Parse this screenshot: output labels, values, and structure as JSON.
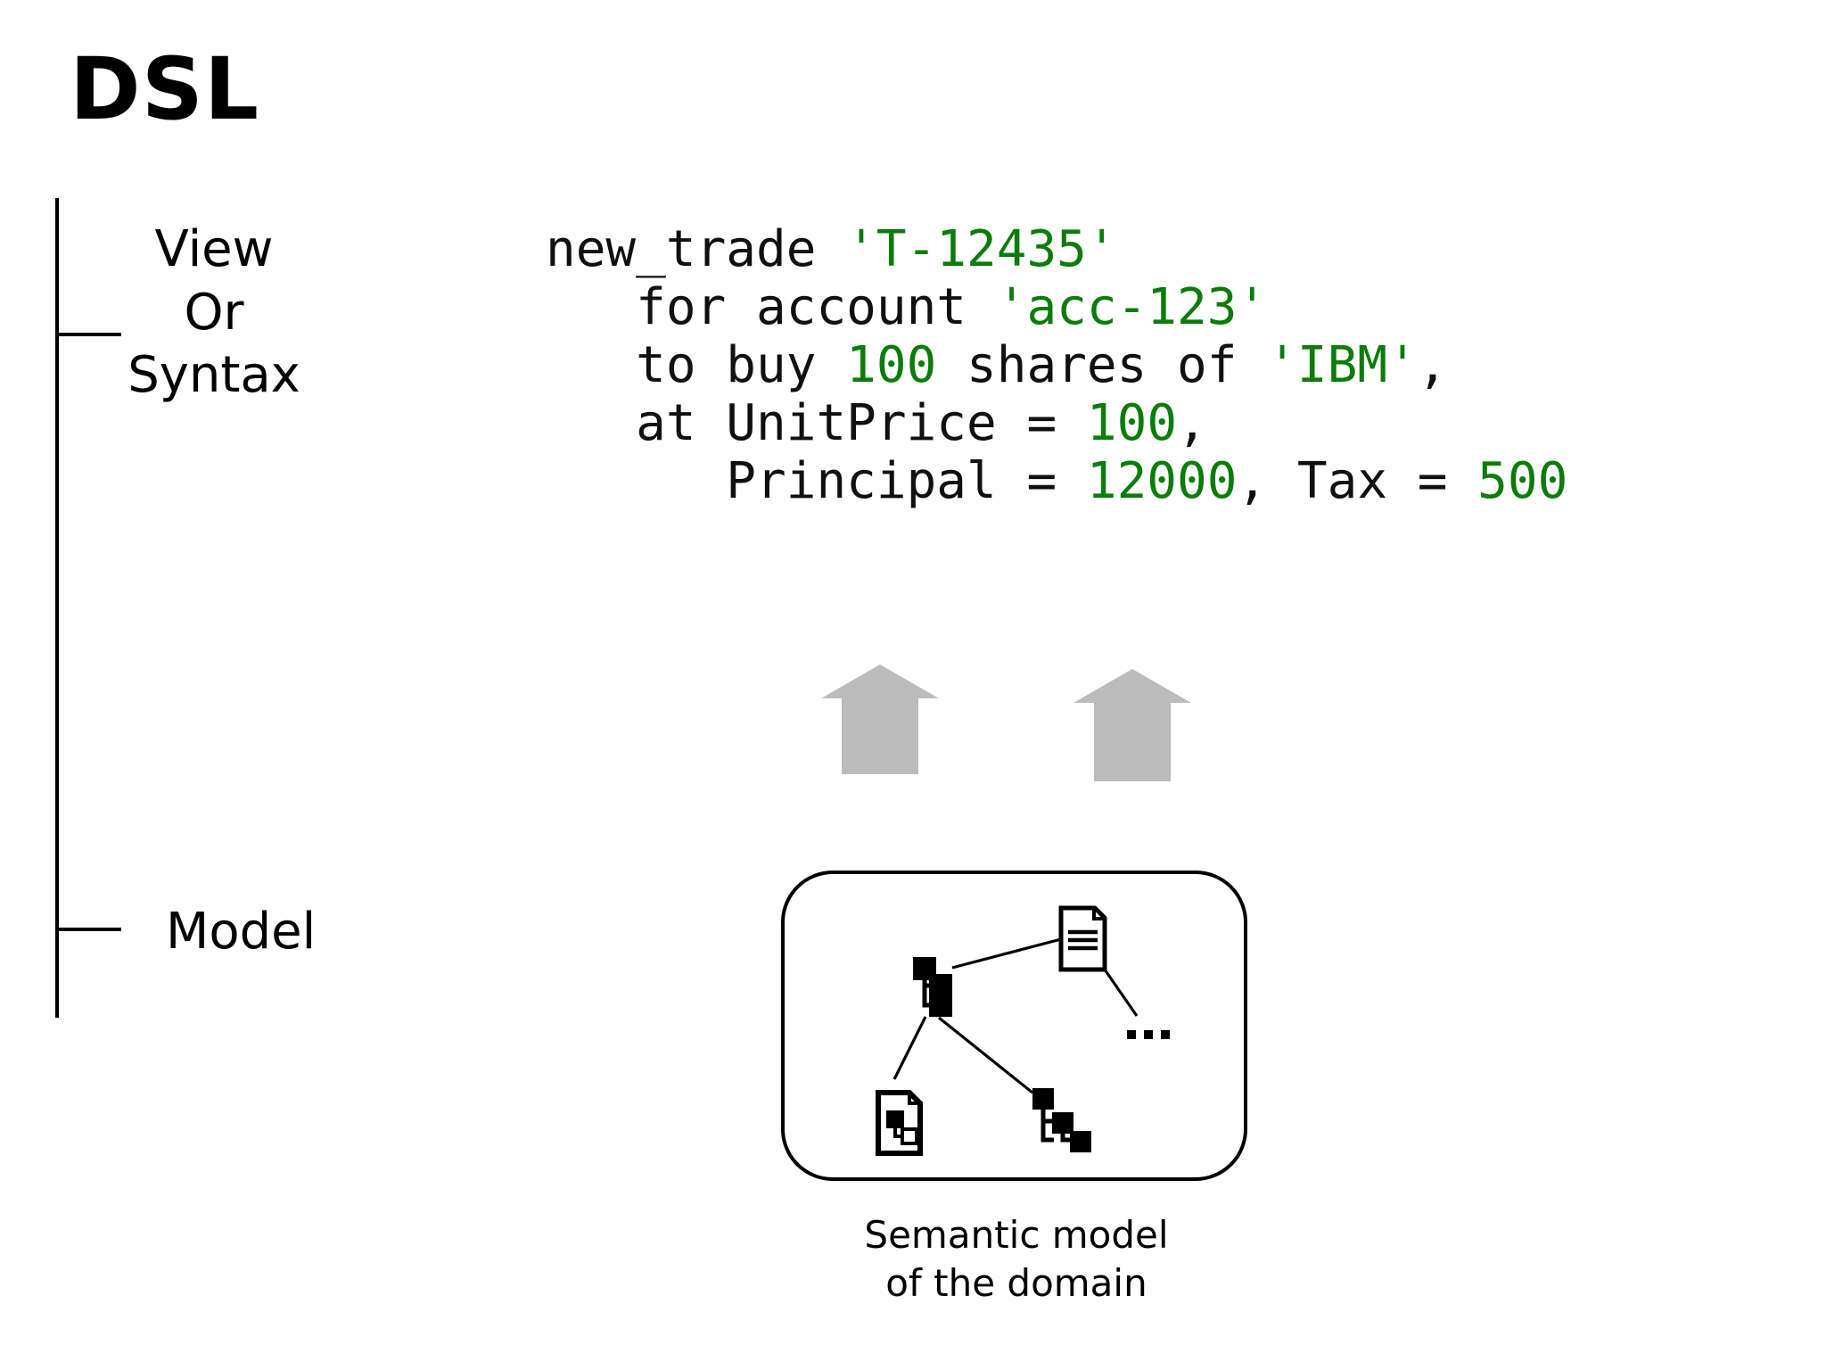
{
  "slide": {
    "title": "DSL",
    "background_color": "#ffffff",
    "text_color": "#000000"
  },
  "axis": {
    "name": "stage-axis",
    "top_label_lines": [
      "View",
      "Or",
      "Syntax"
    ],
    "bottom_label": "Model",
    "line_color": "#000000"
  },
  "stages": {
    "view": {
      "line1": "View",
      "line2": "Or",
      "line3": "Syntax"
    },
    "model": {
      "label": "Model"
    }
  },
  "code": {
    "language": "dsl",
    "string_color": "#0a7c0a",
    "number_color": "#0a7c0a",
    "plain_color": "#101010",
    "lines": [
      {
        "indent": "",
        "tokens": [
          {
            "text": "new_trade ",
            "type": "plain"
          },
          {
            "text": "'T-12435'",
            "type": "string"
          }
        ]
      },
      {
        "indent": "   ",
        "tokens": [
          {
            "text": "for account ",
            "type": "plain"
          },
          {
            "text": "'acc-123'",
            "type": "string"
          }
        ]
      },
      {
        "indent": "   ",
        "tokens": [
          {
            "text": "to buy ",
            "type": "plain"
          },
          {
            "text": "100",
            "type": "number"
          },
          {
            "text": " shares of ",
            "type": "plain"
          },
          {
            "text": "'IBM'",
            "type": "string"
          },
          {
            "text": ",",
            "type": "plain"
          }
        ]
      },
      {
        "indent": "   ",
        "tokens": [
          {
            "text": "at UnitPrice = ",
            "type": "plain"
          },
          {
            "text": "100",
            "type": "number"
          },
          {
            "text": ",",
            "type": "plain"
          }
        ]
      },
      {
        "indent": "      ",
        "tokens": [
          {
            "text": "Principal = ",
            "type": "plain"
          },
          {
            "text": "12000",
            "type": "number"
          },
          {
            "text": ", Tax = ",
            "type": "plain"
          },
          {
            "text": "500",
            "type": "number"
          }
        ]
      }
    ]
  },
  "arrows": {
    "color": "#bcbcbc",
    "count": 2,
    "direction": "up",
    "items": [
      {
        "name": "arrow-up-left"
      },
      {
        "name": "arrow-up-right"
      }
    ]
  },
  "model_box": {
    "border_color": "#000000",
    "fill_color": "#ffffff",
    "ellipsis": "···",
    "icons": [
      {
        "name": "node-cluster-icon"
      },
      {
        "name": "document-icon"
      },
      {
        "name": "document-with-nodes-icon"
      },
      {
        "name": "node-cluster-small-icon"
      },
      {
        "name": "ellipsis-icon"
      }
    ]
  },
  "caption": {
    "line1": "Semantic model",
    "line2": "of the domain"
  }
}
